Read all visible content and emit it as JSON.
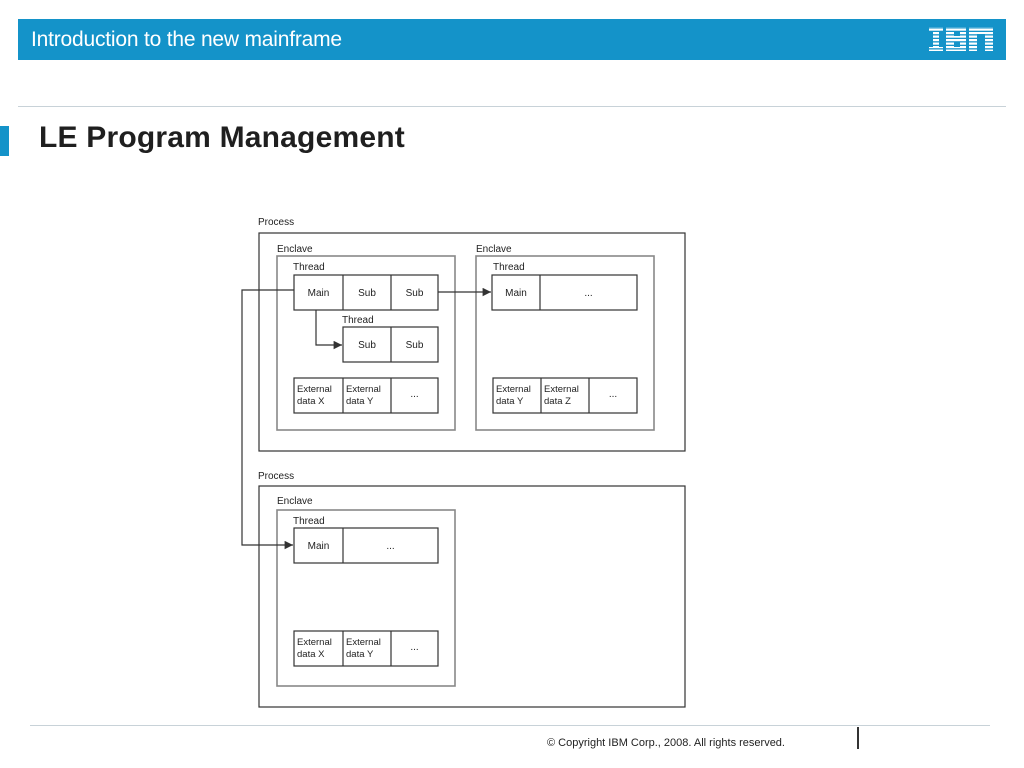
{
  "header": {
    "title": "Introduction to the new mainframe",
    "logo": "IBM"
  },
  "page": {
    "title": "LE  Program Management"
  },
  "diagram": {
    "process1": {
      "label": "Process",
      "enclaveA": {
        "label": "Enclave",
        "thread1": {
          "label": "Thread",
          "cells": [
            "Main",
            "Sub",
            "Sub"
          ]
        },
        "thread2": {
          "label": "Thread",
          "cells": [
            "Sub",
            "Sub"
          ]
        },
        "external": {
          "cell1_line1": "External",
          "cell1_line2": "data X",
          "cell2_line1": "External",
          "cell2_line2": "data Y",
          "cell3": "..."
        }
      },
      "enclaveB": {
        "label": "Enclave",
        "thread": {
          "label": "Thread",
          "cells": [
            "Main",
            "..."
          ]
        },
        "external": {
          "cell1_line1": "External",
          "cell1_line2": "data Y",
          "cell2_line1": "External",
          "cell2_line2": "data Z",
          "cell3": "..."
        }
      }
    },
    "process2": {
      "label": "Process",
      "enclave": {
        "label": "Enclave",
        "thread": {
          "label": "Thread",
          "cells": [
            "Main",
            "..."
          ]
        },
        "external": {
          "cell1_line1": "External",
          "cell1_line2": "data X",
          "cell2_line1": "External",
          "cell2_line2": "data Y",
          "cell3": "..."
        }
      }
    }
  },
  "footer": {
    "copyright": "© Copyright IBM Corp., 2008. All rights reserved."
  },
  "colors": {
    "brand": "#1493c9",
    "line": "#333333",
    "enclave_border": "#888888"
  }
}
